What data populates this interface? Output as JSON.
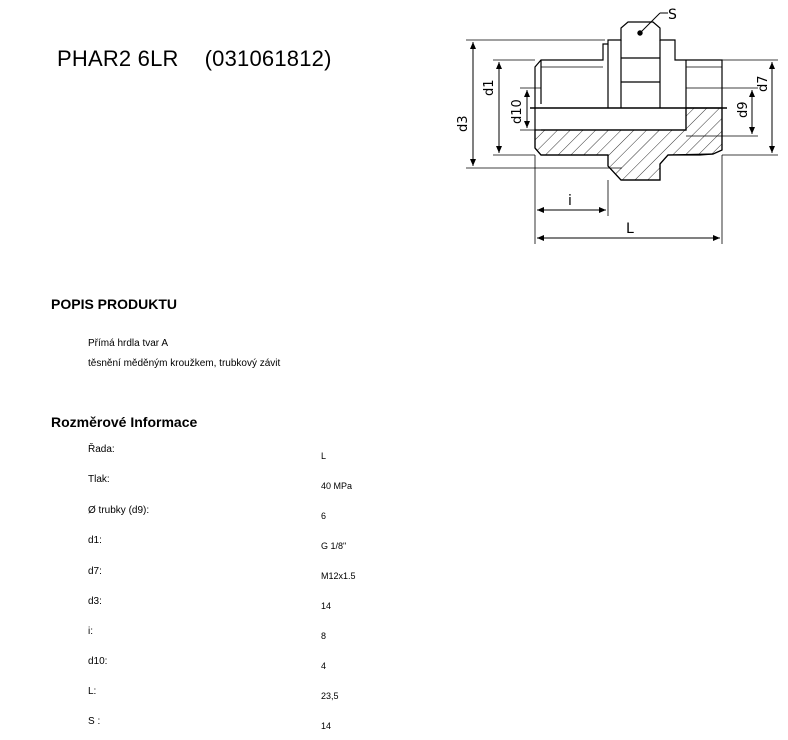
{
  "header": {
    "product_name": "PHAR2 6LR",
    "product_code": "(031061812)"
  },
  "drawing": {
    "labels": {
      "s": "S",
      "d1": "d1",
      "d10": "d10",
      "d3": "d3",
      "d7": "d7",
      "d9": "d9",
      "i": "i",
      "L": "L"
    }
  },
  "description": {
    "heading": "POPIS PRODUKTU",
    "lines": [
      "Přímá hrdla tvar A",
      "těsnění měděným kroužkem, trubkový závit"
    ]
  },
  "dimensions": {
    "heading": "Rozměrové Informace",
    "rows": [
      {
        "label": "Řada:",
        "value": "L"
      },
      {
        "label": "Tlak:",
        "value": "40  MPa"
      },
      {
        "label": "Ø trubky (d9):",
        "value": "6"
      },
      {
        "label": "d1:",
        "value": "G 1/8\""
      },
      {
        "label": "d7:",
        "value": "M12x1.5"
      },
      {
        "label": "d3:",
        "value": "14"
      },
      {
        "label": "i:",
        "value": "8"
      },
      {
        "label": "d10:",
        "value": "4"
      },
      {
        "label": "L:",
        "value": "23,5"
      },
      {
        "label": "S :",
        "value": "14"
      }
    ]
  }
}
